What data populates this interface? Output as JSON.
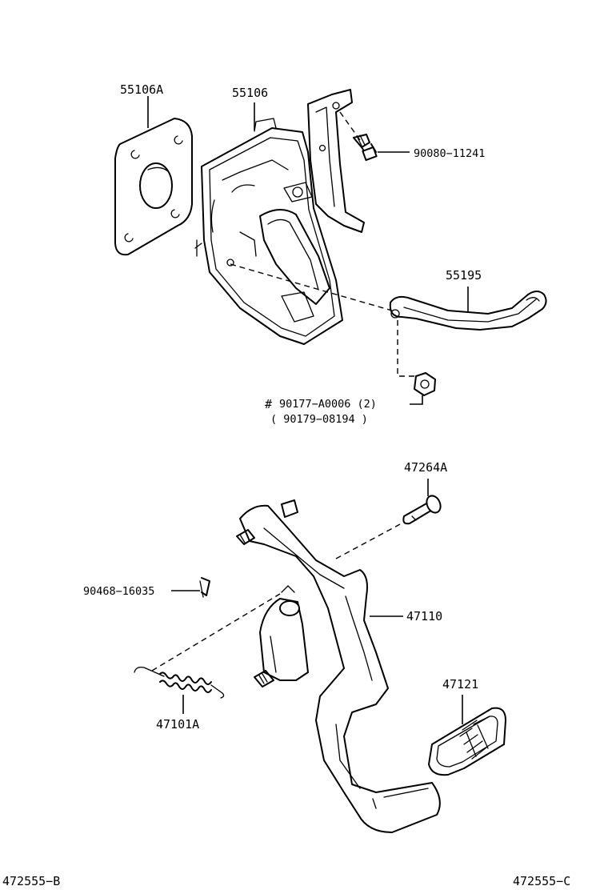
{
  "diagram": {
    "parts": [
      {
        "id": "p55106A",
        "label": "55106A"
      },
      {
        "id": "p55106",
        "label": "55106"
      },
      {
        "id": "p9008011241",
        "label": "90080−11241"
      },
      {
        "id": "p55195",
        "label": "55195"
      },
      {
        "id": "p90177",
        "label": "90177−A0006 (2)"
      },
      {
        "id": "p90179",
        "label": "( 90179−08194 )"
      },
      {
        "id": "p47264A",
        "label": "47264A"
      },
      {
        "id": "p9046816035",
        "label": "90468−16035"
      },
      {
        "id": "p47110",
        "label": "47110"
      },
      {
        "id": "p47121",
        "label": "47121"
      },
      {
        "id": "p47101A",
        "label": "47101A"
      }
    ],
    "marker_hash": "#",
    "footer_left": "472555−B",
    "footer_right": "472555−C"
  }
}
